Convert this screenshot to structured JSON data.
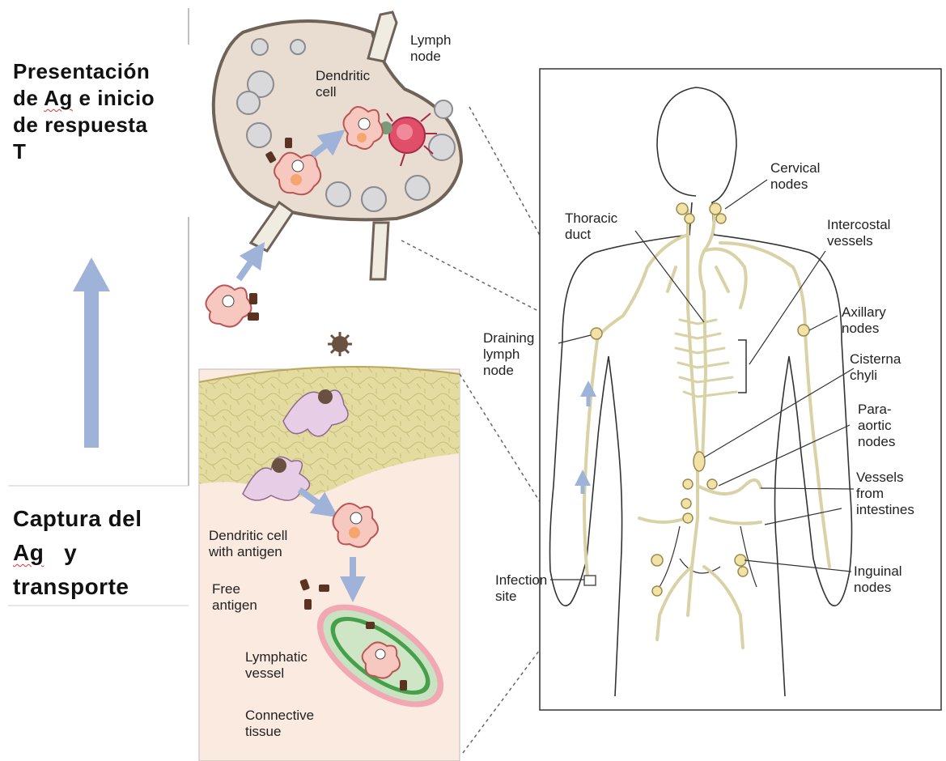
{
  "headings": {
    "top": [
      "Presentación",
      "de Ag e inicio",
      "de respuesta",
      "T"
    ],
    "bottom": [
      "Captura del",
      "Ag   y",
      "transporte"
    ]
  },
  "lymph_node_panel": {
    "lymph_node": [
      "Lymph",
      "node"
    ],
    "dendritic_cell": [
      "Dendritic",
      "cell"
    ]
  },
  "tissue_panel": {
    "dendritic_cell_with_antigen": [
      "Dendritic cell",
      "with antigen"
    ],
    "free_antigen": [
      "Free",
      "antigen"
    ],
    "lymphatic_vessel": [
      "Lymphatic",
      "vessel"
    ],
    "connective_tissue": [
      "Connective",
      "tissue"
    ]
  },
  "body_panel": {
    "cervical_nodes": [
      "Cervical",
      "nodes"
    ],
    "thoracic_duct": [
      "Thoracic",
      "duct"
    ],
    "intercostal_vessels": [
      "Intercostal",
      "vessels"
    ],
    "axillary_nodes": [
      "Axillary",
      "nodes"
    ],
    "draining_lymph_node": [
      "Draining",
      "lymph",
      "node"
    ],
    "cisterna_chyli": [
      "Cisterna",
      "chyli"
    ],
    "para_aortic_nodes": [
      "Para-",
      "aortic",
      "nodes"
    ],
    "vessels_from_intestines": [
      "Vessels",
      "from",
      "intestines"
    ],
    "inguinal_nodes": [
      "Inguinal",
      "nodes"
    ],
    "infection_site": [
      "Infection",
      "site"
    ]
  },
  "colors": {
    "arrow_blue": "#9fb3d9",
    "node_fill": "#e8ddd0",
    "lymph_vessel": "#d9d2a6",
    "skin": "#e4dba0",
    "tissue": "#fbeae0"
  }
}
